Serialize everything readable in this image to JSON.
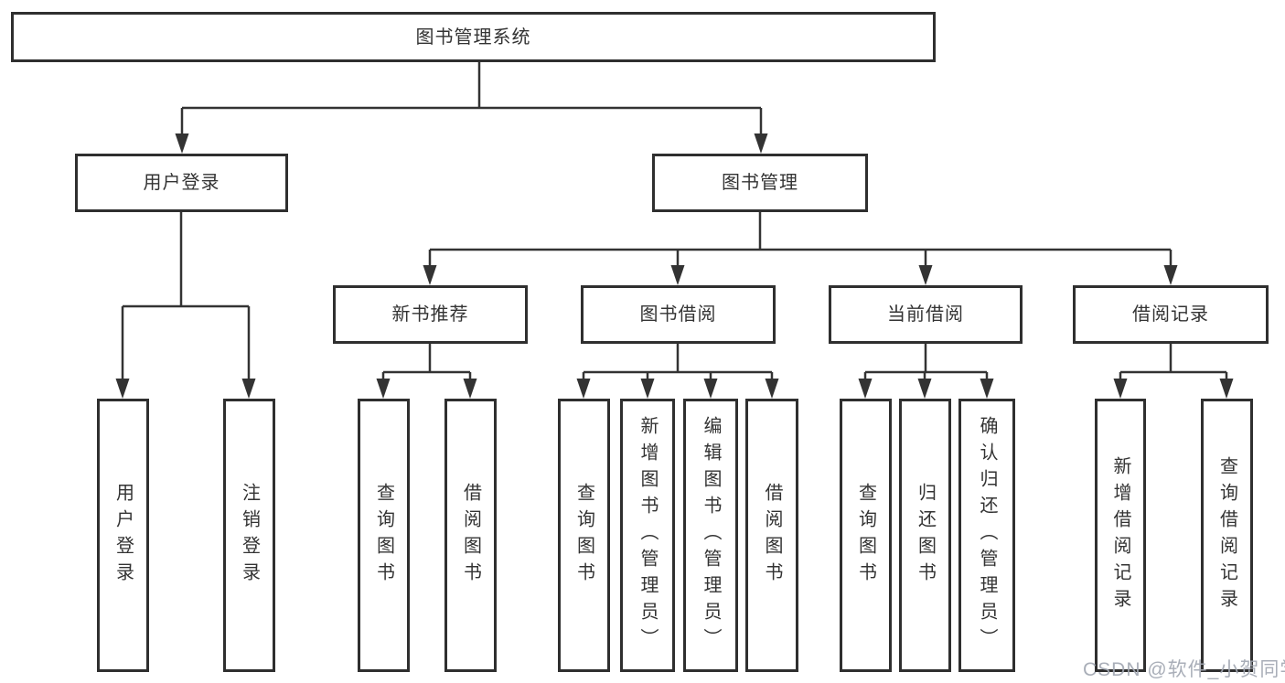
{
  "diagram_title": "图书管理系统",
  "colors": {
    "line": "#333333",
    "box_border": "#2f2f2f",
    "text": "#333333",
    "background": "#ffffff",
    "watermark": "#a2a7b2"
  },
  "tree": {
    "root": {
      "label": "图书管理系统"
    },
    "level2": [
      {
        "label": "用户登录"
      },
      {
        "label": "图书管理"
      }
    ],
    "level3": [
      {
        "label": "新书推荐",
        "parent": "图书管理"
      },
      {
        "label": "图书借阅",
        "parent": "图书管理"
      },
      {
        "label": "当前借阅",
        "parent": "图书管理"
      },
      {
        "label": "借阅记录",
        "parent": "图书管理"
      }
    ],
    "leaves": [
      {
        "label": "用户登录",
        "parent": "用户登录"
      },
      {
        "label": "注销登录",
        "parent": "用户登录"
      },
      {
        "label": "查询图书",
        "parent": "新书推荐"
      },
      {
        "label": "借阅图书",
        "parent": "新书推荐"
      },
      {
        "label": "查询图书",
        "parent": "图书借阅"
      },
      {
        "label": "新增图书（管理员）",
        "parent": "图书借阅"
      },
      {
        "label": "编辑图书（管理员）",
        "parent": "图书借阅"
      },
      {
        "label": "借阅图书",
        "parent": "图书借阅"
      },
      {
        "label": "查询图书",
        "parent": "当前借阅"
      },
      {
        "label": "归还图书",
        "parent": "当前借阅"
      },
      {
        "label": "确认归还（管理员）",
        "parent": "当前借阅"
      },
      {
        "label": "新增借阅记录",
        "parent": "借阅记录"
      },
      {
        "label": "查询借阅记录",
        "parent": "借阅记录"
      }
    ]
  },
  "watermark": {
    "text": "CSDN @软件_小贺同学"
  }
}
